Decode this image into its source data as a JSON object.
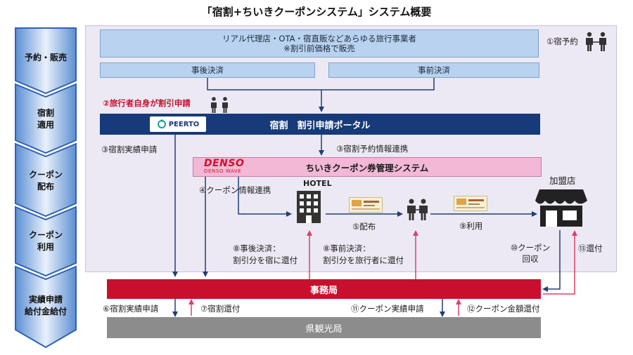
{
  "title": "「宿割+ちいきクーポンシステム」システム概要",
  "steps": [
    {
      "label": "予約・販売"
    },
    {
      "label": "宿割\n適用"
    },
    {
      "label": "クーポン\n配布"
    },
    {
      "label": "クーポン\n利用"
    },
    {
      "label": "実績申請\n給付金給付"
    }
  ],
  "boxes": {
    "travel_agents_line1": "リアル代理店・OTA・宿直販などあらゆる旅行事業者",
    "travel_agents_line2": "※割引前価格で販売",
    "post_settlement": "事後決済",
    "pre_settlement": "事前決済",
    "portal": "宿割　割引申請ポータル",
    "coupon_system": "ちいきクーポン券管理システム",
    "office": "事務局",
    "prefecture": "県観光局"
  },
  "logos": {
    "peerto": "PEERTO",
    "denso": "DENSO",
    "denso_sub": "DENSO WAVE"
  },
  "labels": {
    "step1_booking": "①宿予約",
    "step2_apply": "②旅行者自身が割引申請",
    "step3_results": "③宿割実績申請",
    "step3_link": "③宿割予約情報連携",
    "step4_link": "④クーポン情報連携",
    "hotel": "HOTEL",
    "step5_distribute": "⑤配布",
    "step9_use": "⑨利用",
    "member_store": "加盟店",
    "step8a_line1": "⑧事後決済：",
    "step8a_line2": "割引分を宿に還付",
    "step8b_line1": "⑧事前決済：",
    "step8b_line2": "割引分を旅行者に還付",
    "step10_line1": "⑩クーポン",
    "step10_line2": "回収",
    "step13": "⑬還付",
    "step6": "⑥宿割実績申請",
    "step7": "⑦宿割還付",
    "step11": "⑪クーポン実績申請",
    "step12": "⑫クーポン金額還付"
  },
  "colors": {
    "step_blue": "#2f63b4",
    "portal_navy": "#163a7a",
    "office_red": "#c8102e",
    "pink": "#f2b8d6",
    "arrow_navy": "#1f3f73",
    "arrow_pink": "#d9416a"
  }
}
